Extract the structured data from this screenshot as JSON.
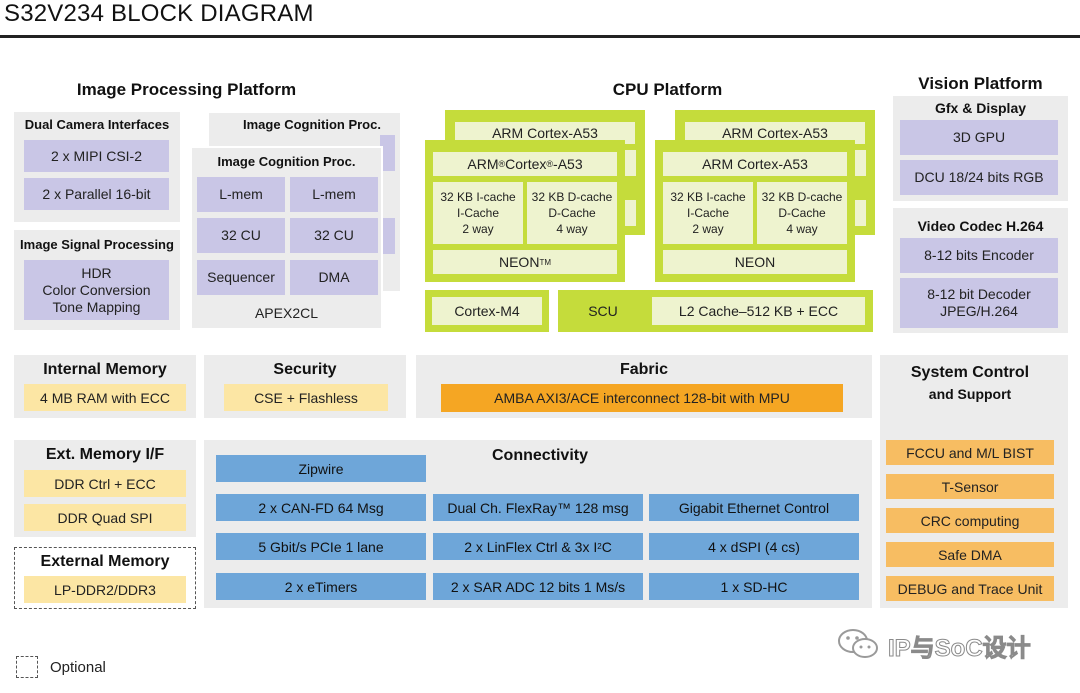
{
  "title": "S32V234 BLOCK DIAGRAM",
  "image_processing": {
    "header": "Image Processing Platform",
    "dual_camera": {
      "title": "Dual Camera Interfaces",
      "items": [
        "2 x MIPI CSI-2",
        "2 x Parallel 16-bit"
      ]
    },
    "isp": {
      "title": "Image Signal Processing",
      "line1": "HDR",
      "line2": "Color Conversion",
      "line3": "Tone Mapping"
    },
    "cognition": {
      "back_title": "Image Cognition Proc.",
      "title": "Image Cognition Proc.",
      "cells": [
        "L-mem",
        "L-mem",
        "32 CU",
        "32 CU",
        "Sequencer",
        "DMA"
      ],
      "footer": "APEX2CL"
    }
  },
  "cpu": {
    "header": "CPU Platform",
    "cluster_a": {
      "back_title": "ARM Cortex-A53",
      "title_prefix": "ARM",
      "title_reg1": "®",
      "title_mid": " Cortex",
      "title_reg2": "®",
      "title_suffix": "-A53",
      "icache": {
        "l1": "32 KB I-cache",
        "l2": "I-Cache",
        "l3": "2 way"
      },
      "dcache": {
        "l1": "32 KB D-cache",
        "l2": "D-Cache",
        "l3": "4 way"
      },
      "neon": "NEON",
      "neon_tm": "TM"
    },
    "cluster_b": {
      "back_title": "ARM Cortex-A53",
      "title": "ARM Cortex-A53",
      "icache": {
        "l1": "32 KB I-cache",
        "l2": "I-Cache",
        "l3": "2 way"
      },
      "dcache": {
        "l1": "32 KB D-cache",
        "l2": "D-Cache",
        "l3": "4 way"
      },
      "neon": "NEON"
    },
    "cortex_m4": "Cortex-M4",
    "scu": "SCU",
    "l2": "L2 Cache–512 KB + ECC"
  },
  "vision": {
    "header": "Vision Platform",
    "gfx": {
      "title": "Gfx & Display",
      "items": [
        "3D GPU",
        "DCU 18/24 bits RGB"
      ]
    },
    "codec": {
      "title": "Video Codec H.264",
      "items": [
        "8-12 bits Encoder"
      ],
      "decoder_l1": "8-12 bit Decoder",
      "decoder_l2": "JPEG/H.264"
    }
  },
  "internal_memory": {
    "title": "Internal Memory",
    "item": "4 MB RAM with ECC"
  },
  "security": {
    "title": "Security",
    "item": "CSE + Flashless"
  },
  "fabric": {
    "title": "Fabric",
    "item": "AMBA AXI3/ACE interconnect 128-bit with MPU"
  },
  "system_control": {
    "title": "System Control",
    "subtitle": "and Support",
    "items": [
      "FCCU and M/L BIST",
      "T-Sensor",
      "CRC computing",
      "Safe DMA",
      "DEBUG and Trace Unit"
    ]
  },
  "ext_memory_if": {
    "title": "Ext. Memory I/F",
    "items": [
      "DDR Ctrl + ECC",
      "DDR Quad SPI"
    ]
  },
  "external_memory": {
    "title": "External Memory",
    "item": "LP-DDR2/DDR3"
  },
  "connectivity": {
    "title": "Connectivity",
    "zipwire": "Zipwire",
    "cells": [
      "2 x CAN-FD 64 Msg",
      "Dual Ch. FlexRay™ 128 msg",
      "Gigabit Ethernet Control",
      "5 Gbit/s PCIe 1 lane",
      "2 x LinFlex Ctrl & 3x I",
      "4 x dSPI (4 cs)",
      "2 x eTimers",
      "2 x SAR ADC 12 bits 1 Ms/s",
      "1 x SD-HC"
    ],
    "i2c_sup": "2",
    "i2c_suffix": "C"
  },
  "legend": {
    "optional": "Optional"
  },
  "watermark": "IP与SoC设计",
  "colors": {
    "lavender": "#c9c6e6",
    "lime": "#c5dc3b",
    "amber": "#fce6a4",
    "orange": "#f7bd62",
    "blue": "#6ea6d9",
    "fabric": "#f5a623"
  }
}
